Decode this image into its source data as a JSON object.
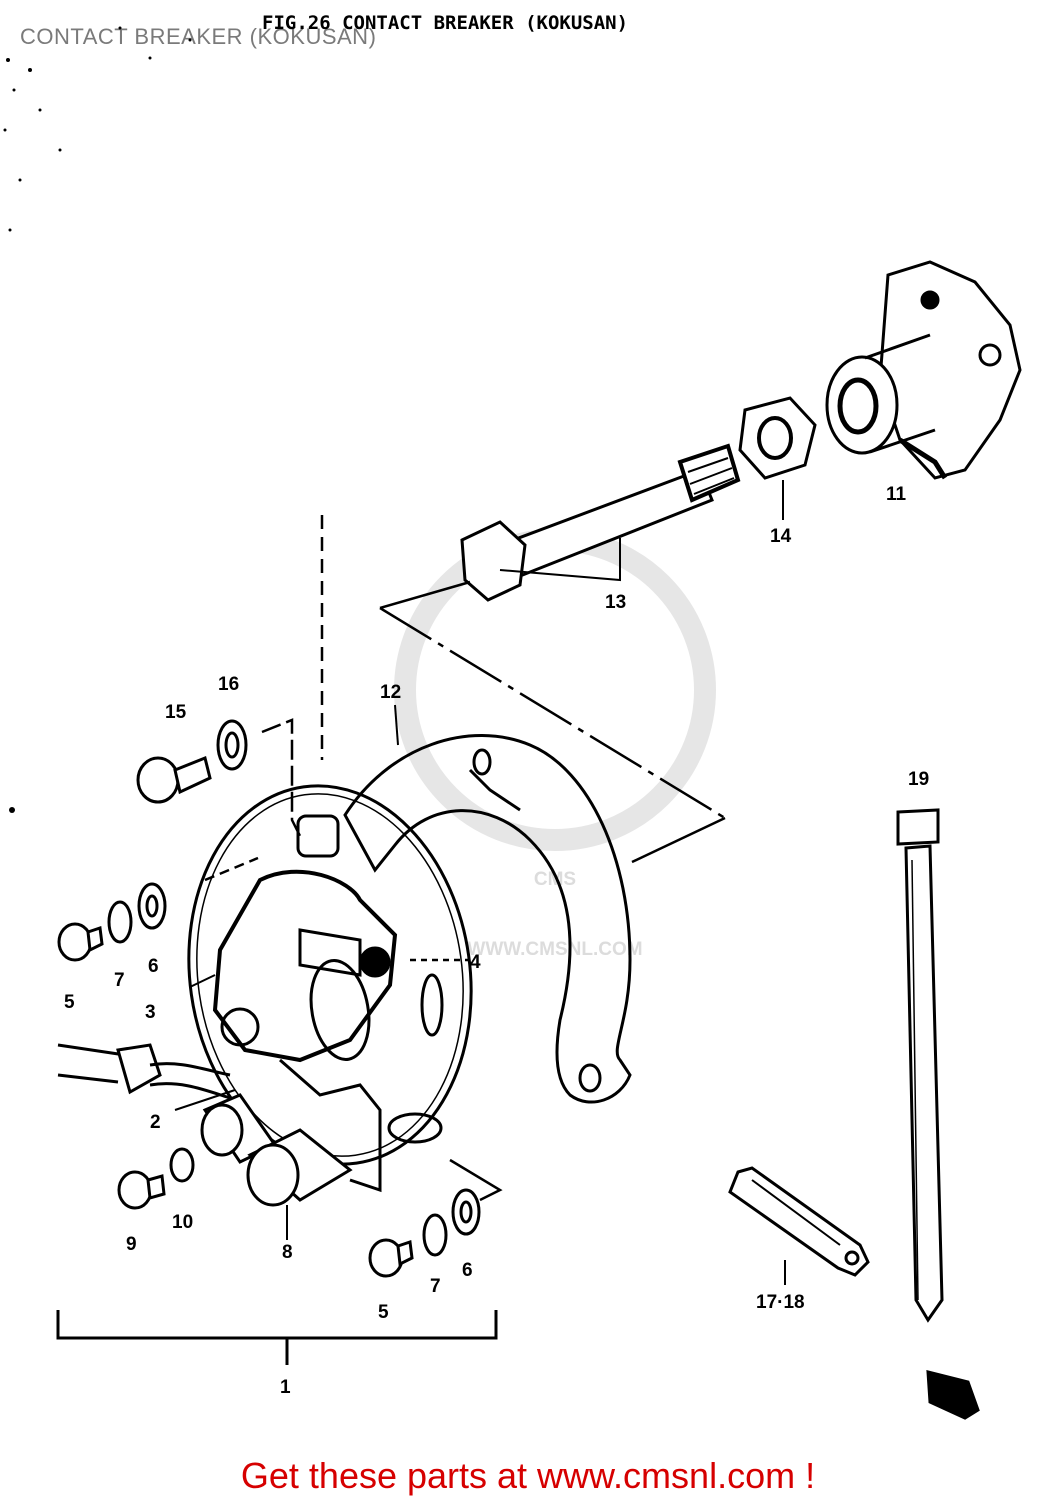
{
  "header": {
    "title": "CONTACT BREAKER (KOKUSAN)",
    "figure_heading": "FIG.26  CONTACT BREAKER (KOKUSAN)"
  },
  "watermark": {
    "text": "WWW.CMSNL.COM",
    "logo_text": "CMS"
  },
  "callouts": {
    "c1": "1",
    "c2": "2",
    "c3": "3",
    "c4": "4",
    "c5a": "5",
    "c5b": "5",
    "c6a": "6",
    "c6b": "6",
    "c7a": "7",
    "c7b": "7",
    "c8": "8",
    "c9": "9",
    "c10": "10",
    "c11": "11",
    "c12": "12",
    "c13": "13",
    "c14": "14",
    "c15": "15",
    "c16": "16",
    "c17_18": "17·18",
    "c19": "19"
  },
  "footer": {
    "link_text": "Get these parts at www.cmsnl.com !"
  }
}
